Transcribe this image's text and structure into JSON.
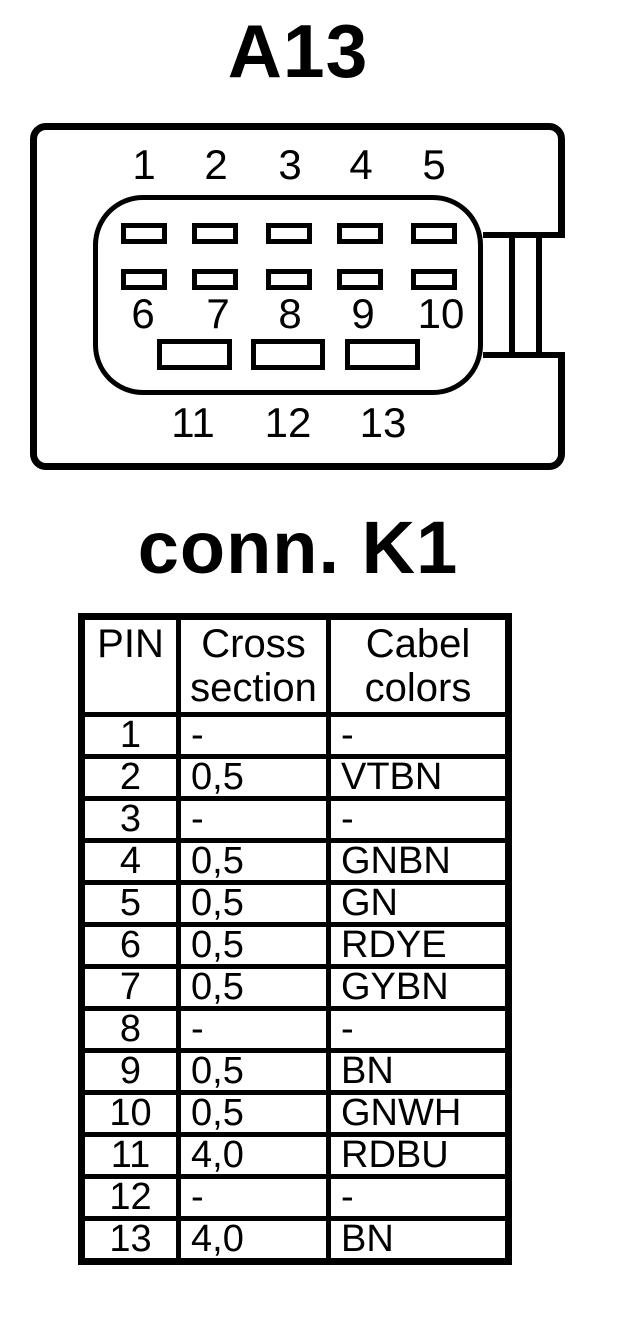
{
  "page": {
    "background_color": "#ffffff",
    "line_color": "#000000"
  },
  "connector": {
    "title": "A13",
    "top_pin_labels": [
      "1",
      "2",
      "3",
      "4",
      "5"
    ],
    "middle_pin_labels": [
      "6",
      "7",
      "8",
      "9",
      "10"
    ],
    "bottom_pin_labels": [
      "11",
      "12",
      "13"
    ]
  },
  "table_section": {
    "title": "conn. K1",
    "table": {
      "headers": {
        "pin": "PIN",
        "cross_section": "Cross section",
        "cable_colors": "Cabel colors"
      },
      "rows": [
        {
          "pin": "1",
          "cross_section": "-",
          "cable_color": "-"
        },
        {
          "pin": "2",
          "cross_section": "0,5",
          "cable_color": "VTBN"
        },
        {
          "pin": "3",
          "cross_section": "-",
          "cable_color": "-"
        },
        {
          "pin": "4",
          "cross_section": "0,5",
          "cable_color": "GNBN"
        },
        {
          "pin": "5",
          "cross_section": "0,5",
          "cable_color": "GN"
        },
        {
          "pin": "6",
          "cross_section": "0,5",
          "cable_color": "RDYE"
        },
        {
          "pin": "7",
          "cross_section": "0,5",
          "cable_color": "GYBN"
        },
        {
          "pin": "8",
          "cross_section": "-",
          "cable_color": "-"
        },
        {
          "pin": "9",
          "cross_section": "0,5",
          "cable_color": "BN"
        },
        {
          "pin": "10",
          "cross_section": "0,5",
          "cable_color": "GNWH"
        },
        {
          "pin": "11",
          "cross_section": "4,0",
          "cable_color": "RDBU"
        },
        {
          "pin": "12",
          "cross_section": "-",
          "cable_color": "-"
        },
        {
          "pin": "13",
          "cross_section": "4,0",
          "cable_color": "BN"
        }
      ]
    }
  }
}
